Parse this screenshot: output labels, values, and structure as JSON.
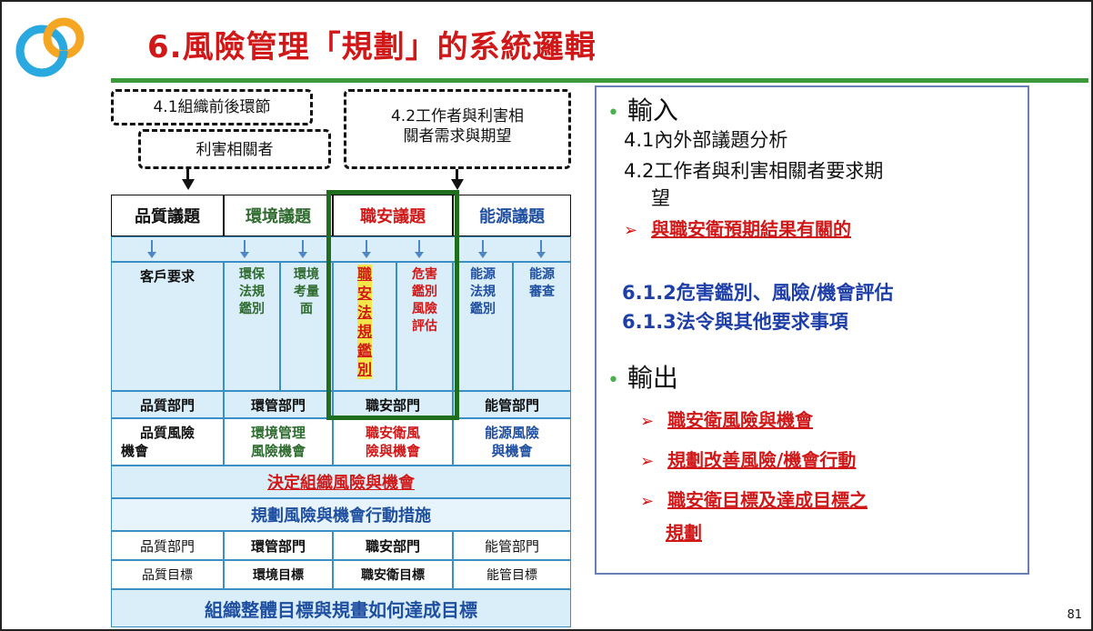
{
  "title": "6.風險管理「規劃」的系統邏輯",
  "page_number": "81",
  "colors": {
    "title": "#d01818",
    "rule": "#3c9a3c",
    "green_box": "#1e6e1e",
    "panel_border": "#6a7fb6"
  },
  "dashed_boxes": {
    "left_top": "4.1組織前後環節",
    "left_bottom": "利害相關者",
    "right_line1": "4.2工作者與利害相",
    "right_line2": "關者需求與期望"
  },
  "headers": [
    "品質議題",
    "環境議題",
    "職安議題",
    "能源議題"
  ],
  "sub_columns": {
    "quality": "客戶要求",
    "env1": [
      "環保",
      "法規",
      "鑑別"
    ],
    "env2": [
      "環境",
      "考量",
      "面"
    ],
    "osh1": [
      "職",
      "安",
      "法",
      "規",
      "鑑",
      "別"
    ],
    "osh2": [
      "危害",
      "鑑別",
      "風險",
      "評估"
    ],
    "energy1": [
      "能源",
      "法規",
      "鑑別"
    ],
    "energy2": [
      "能源",
      "審查"
    ]
  },
  "departments": [
    "品質部門",
    "環管部門",
    "職安部門",
    "能管部門"
  ],
  "risks": [
    [
      "品質風險",
      "機會"
    ],
    [
      "環境管理",
      "風險機會"
    ],
    [
      "職安衛風",
      "險與機會"
    ],
    [
      "能源風險",
      "與機會"
    ]
  ],
  "decide_row": "決定組織風險與機會",
  "plan_row": "規劃風險與機會行動措施",
  "departments2": [
    "品質部門",
    "環管部門",
    "職安部門",
    "能管部門"
  ],
  "targets": [
    "品質目標",
    "環境目標",
    "職安衛目標",
    "能管目標"
  ],
  "bottom_row": "組織整體目標與規畫如何達成目標",
  "panel": {
    "input_heading": "輸入",
    "input_item1": "4.1內外部議題分析",
    "input_item2_line1": "4.2工作者與利害相關者要求期",
    "input_item2_line2": "望",
    "input_highlight": "與職安衛預期結果有關的",
    "clause1": "6.1.2危害鑑別、風險/機會評估",
    "clause2": "6.1.3法令與其他要求事項",
    "output_heading": "輸出",
    "output1": "職安衛風險與機會",
    "output2": "規劃改善風險/機會行動",
    "output3_line1": "職安衛目標及達成目標之",
    "output3_line2": "規劃"
  }
}
